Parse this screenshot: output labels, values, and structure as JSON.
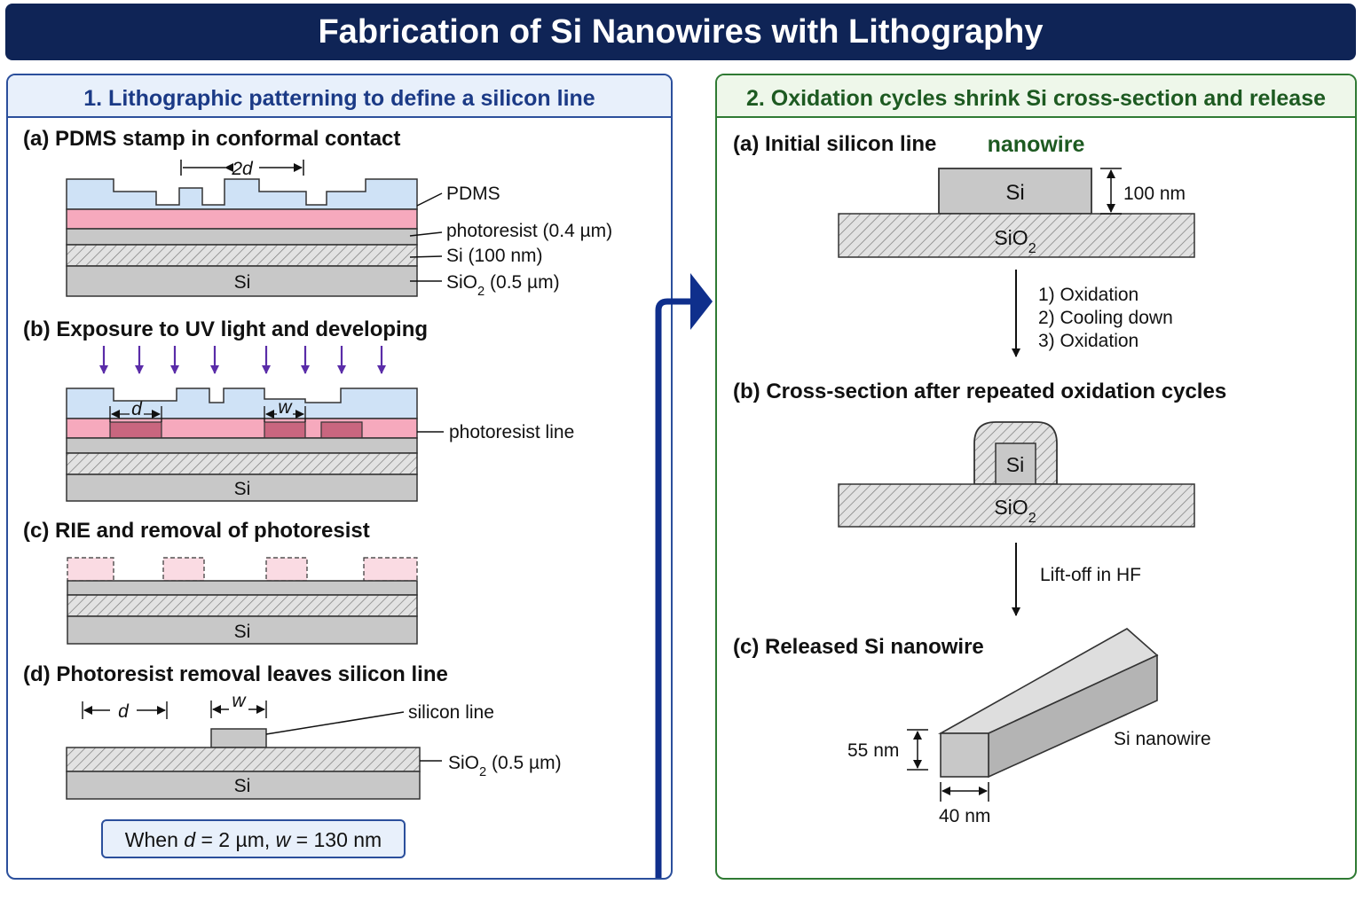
{
  "title": "Fabrication of Si Nanowires with Lithography",
  "panel1": {
    "heading": "1. Lithographic patterning to define a silicon line",
    "step_a": {
      "label": "(a) PDMS stamp in conformal contact",
      "dim_2d": "2d",
      "layers": [
        "PDMS",
        "photoresist (0.4 µm)",
        "Si (100 nm)",
        "SiO2 (0.5 µm)"
      ],
      "substrate": "Si"
    },
    "step_b": {
      "label": "(b) Exposure to UV light and developing",
      "dim_d": "d",
      "dim_w": "w",
      "callout": "photoresist line",
      "substrate": "Si"
    },
    "step_c": {
      "label": "(c) RIE and removal of photoresist",
      "substrate": "Si"
    },
    "step_d": {
      "label": "(d) Photoresist removal leaves silicon line",
      "dim_d": "d",
      "dim_w": "w",
      "callout_line": "silicon line",
      "callout_oxide": "SiO2 (0.5 µm)",
      "substrate": "Si"
    },
    "formula": {
      "when": "When",
      "d_sym": "d",
      "d_val": " = 2 µm, ",
      "w_sym": "w",
      "w_val": " = 130 nm"
    }
  },
  "panel2": {
    "heading": "2. Oxidation cycles shrink Si cross-section and release nanowire",
    "step_a": {
      "label": "(a) Initial silicon line",
      "si": "Si",
      "oxide": "SiO2",
      "height": "100 nm"
    },
    "process_steps": [
      "1) Oxidation",
      "2) Cooling down",
      "3) Oxidation"
    ],
    "step_b": {
      "label": "(b) Cross-section after repeated oxidation cycles",
      "si": "Si",
      "oxide": "SiO2"
    },
    "liftoff": "Lift-off in HF",
    "step_c": {
      "label": "(c) Released Si nanowire",
      "height": "55 nm",
      "width": "40 nm",
      "name": "Si nanowire"
    }
  },
  "colors": {
    "banner": "#0f2456",
    "pdms": "#cfe2f6",
    "photoresist": "#f6a9bd",
    "photoresist_exposed": "#c9667f",
    "silicon": "#c8c8c8",
    "uv_arrow": "#5a2ca8",
    "connector_arrow": "#0f2f8c"
  }
}
